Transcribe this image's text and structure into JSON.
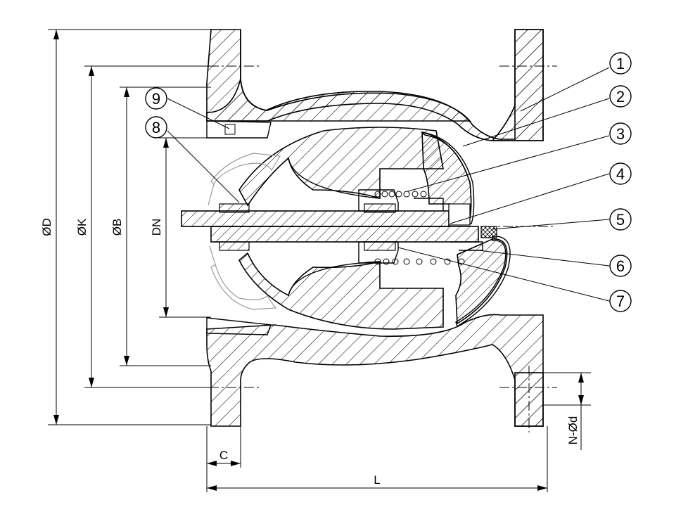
{
  "dimensions": {
    "od": "ØD",
    "ok": "ØK",
    "ob": "ØB",
    "dn": "DN",
    "c": "C",
    "l": "L",
    "nod": "N-Ød"
  },
  "callouts": [
    "1",
    "2",
    "3",
    "4",
    "5",
    "6",
    "7",
    "8",
    "9"
  ],
  "colors": {
    "line": "#000000",
    "ghost": "#9a9a9a",
    "background": "#ffffff"
  }
}
